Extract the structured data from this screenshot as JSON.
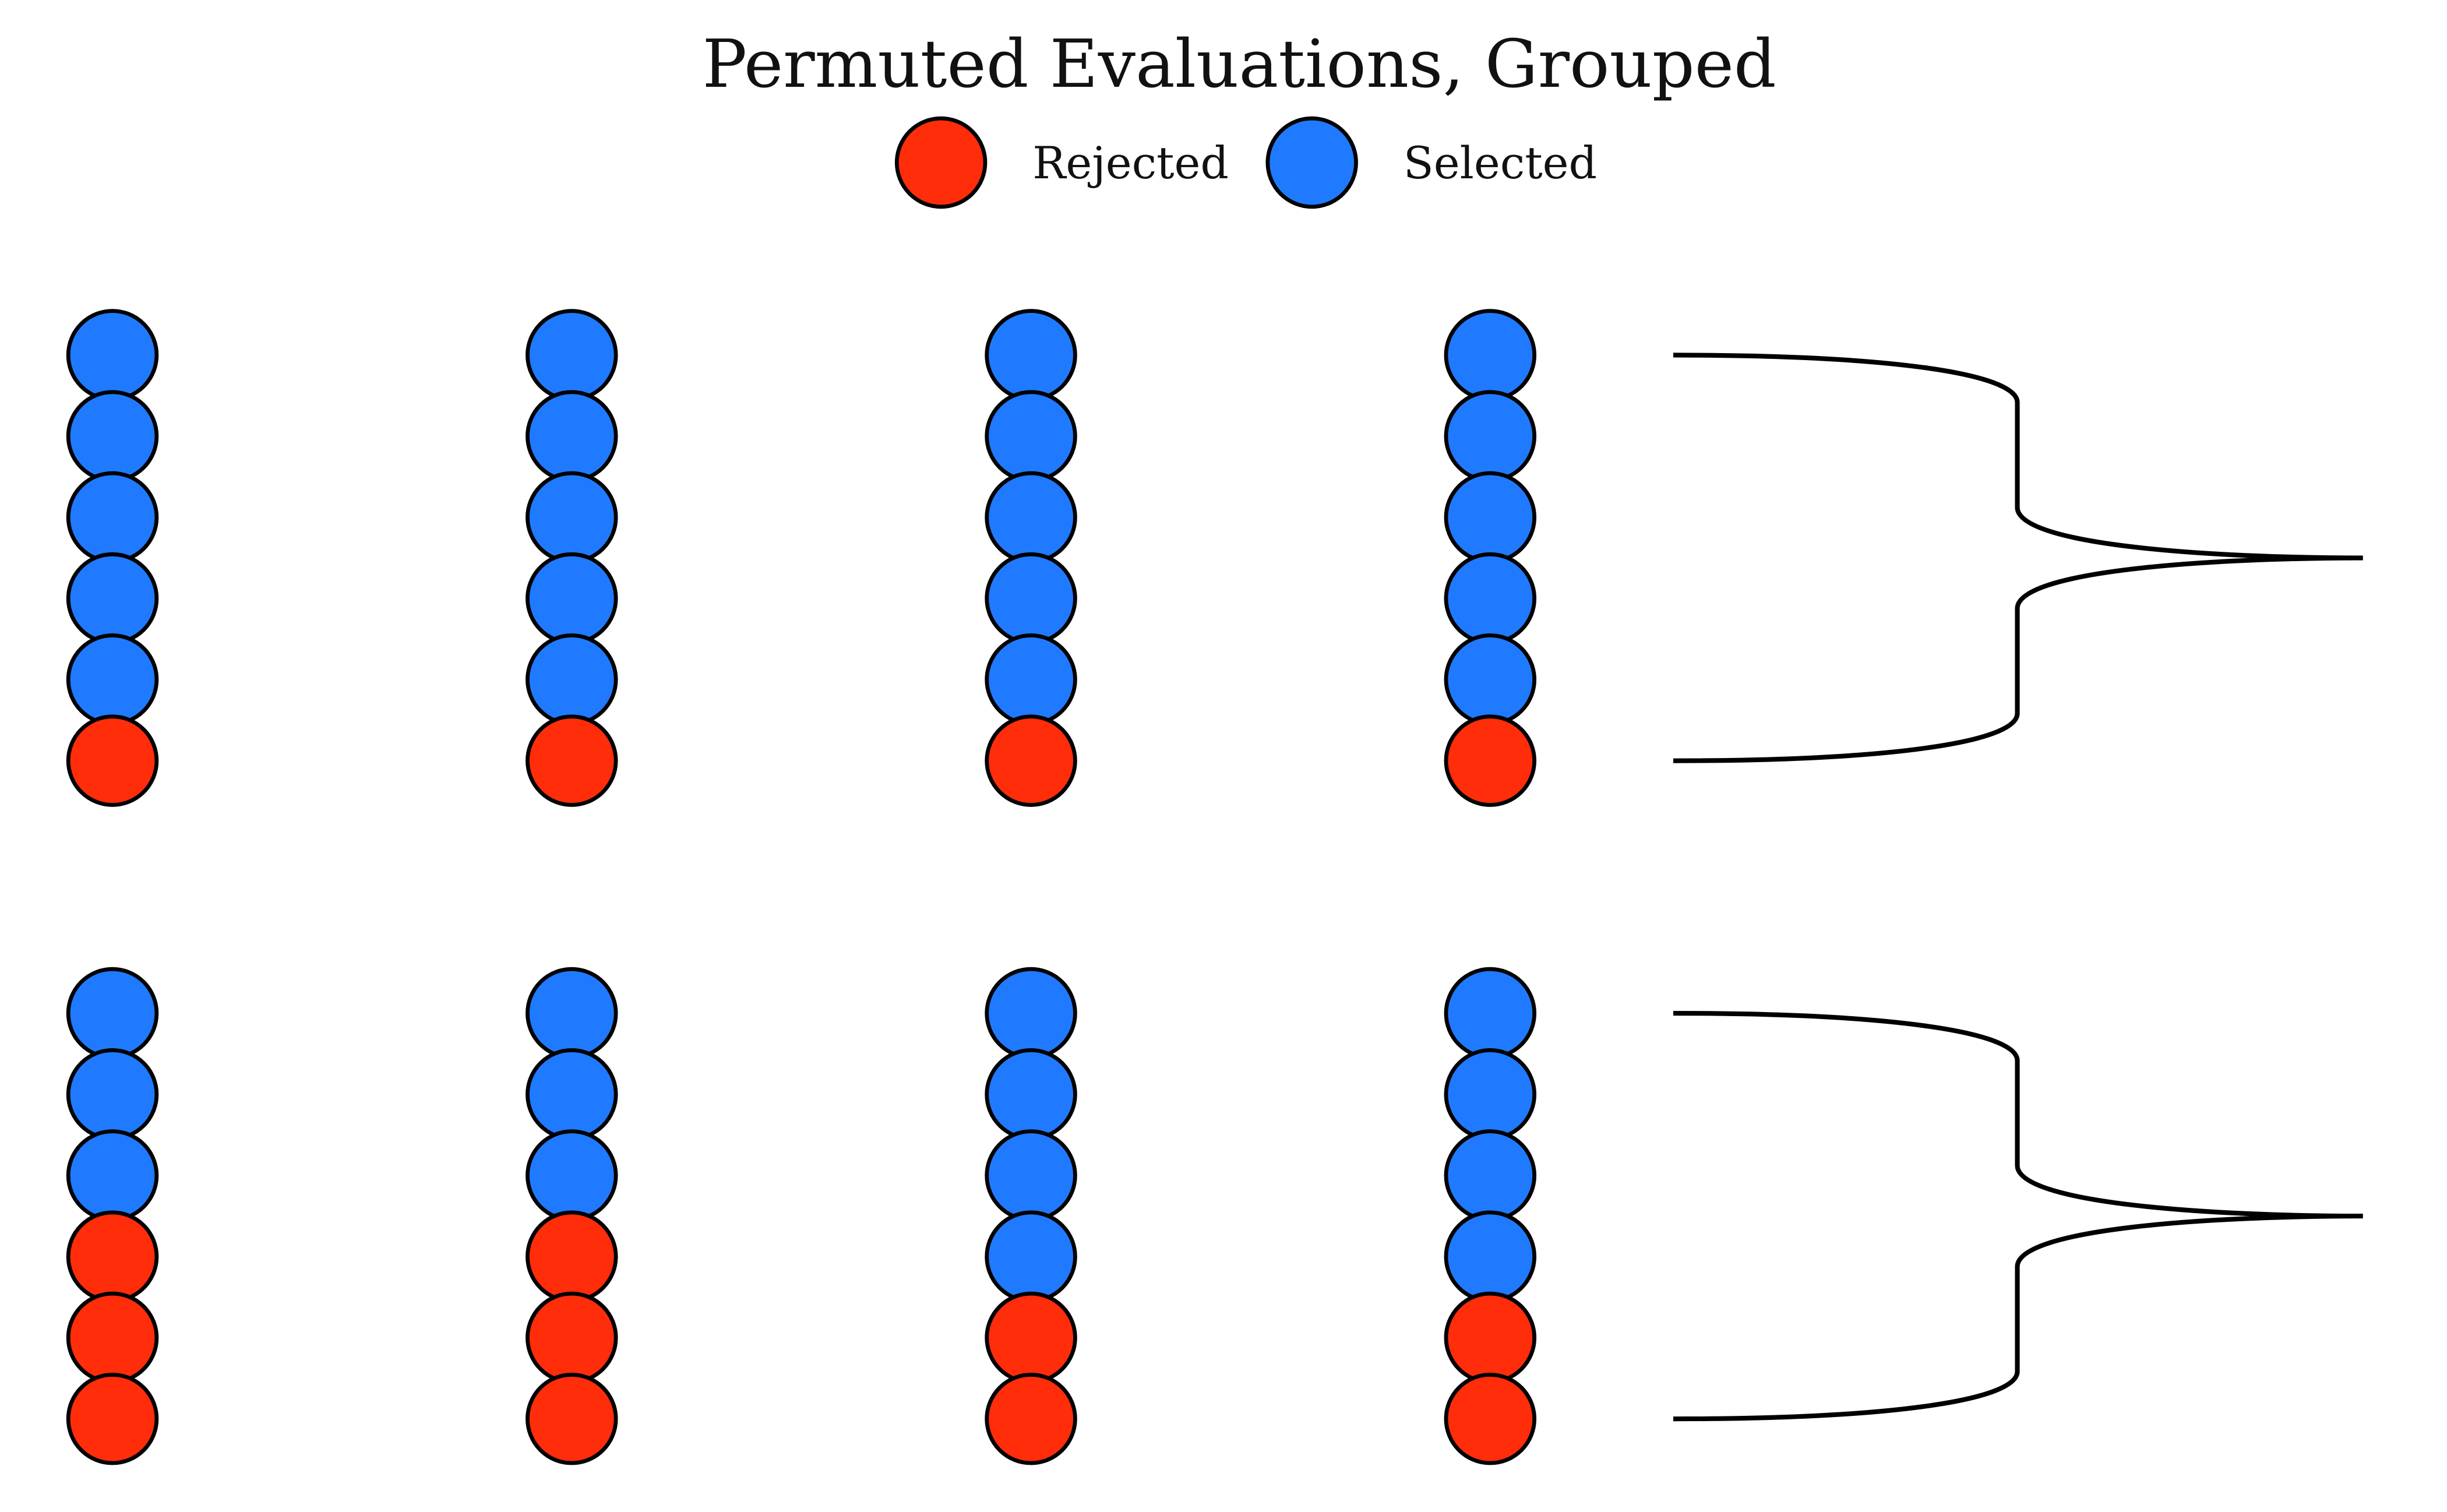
{
  "title": "Permuted Evaluations, Grouped",
  "legend": [
    {
      "label": "Rejected",
      "color": "#ff2d0a"
    },
    {
      "label": "Selected",
      "color": "#1f7aff"
    }
  ],
  "colors": {
    "rejected": "#ff2d0a",
    "selected": "#1f7aff",
    "outline": "#000000"
  },
  "groups": [
    {
      "columns": [
        [
          "Selected",
          "Selected",
          "Selected",
          "Selected",
          "Selected",
          "Rejected"
        ],
        [
          "Selected",
          "Selected",
          "Selected",
          "Selected",
          "Selected",
          "Rejected"
        ],
        [
          "Selected",
          "Selected",
          "Selected",
          "Selected",
          "Selected",
          "Rejected"
        ],
        [
          "Selected",
          "Selected",
          "Selected",
          "Selected",
          "Selected",
          "Rejected"
        ]
      ]
    },
    {
      "columns": [
        [
          "Selected",
          "Selected",
          "Selected",
          "Rejected",
          "Rejected",
          "Rejected"
        ],
        [
          "Selected",
          "Selected",
          "Selected",
          "Rejected",
          "Rejected",
          "Rejected"
        ],
        [
          "Selected",
          "Selected",
          "Selected",
          "Selected",
          "Rejected",
          "Rejected"
        ],
        [
          "Selected",
          "Selected",
          "Selected",
          "Selected",
          "Rejected",
          "Rejected"
        ]
      ]
    }
  ]
}
